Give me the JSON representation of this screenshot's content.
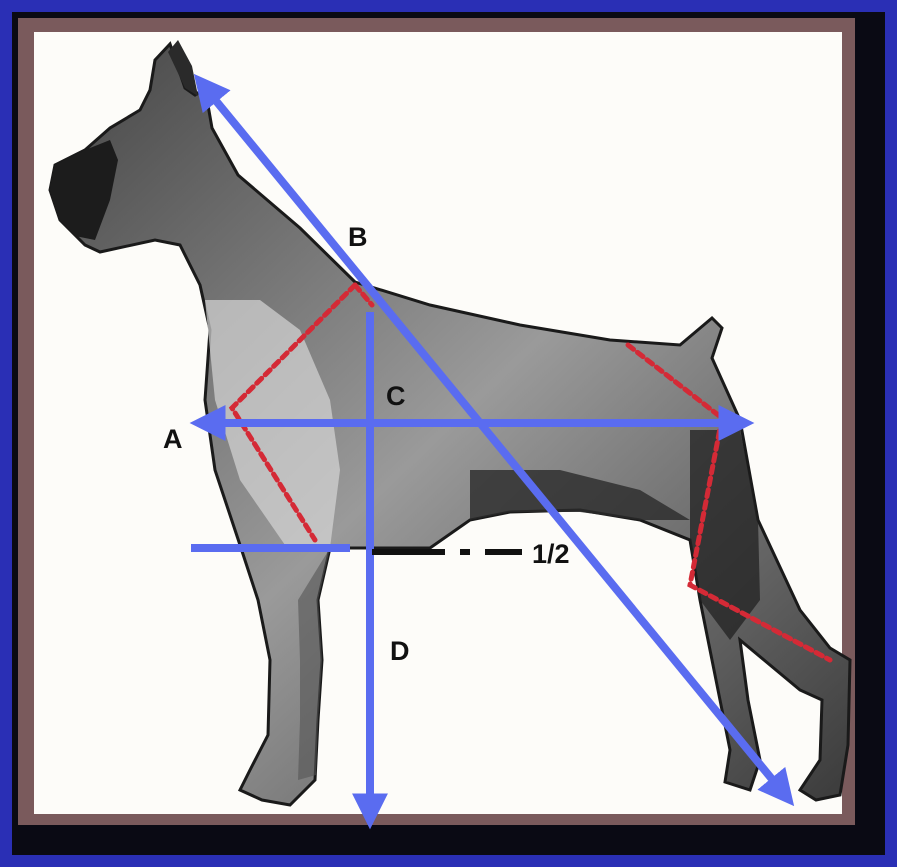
{
  "labels": {
    "a": "A",
    "b": "B",
    "c": "C",
    "d": "D",
    "half": "1/2"
  },
  "colors": {
    "background": "#2a2fb5",
    "frame": "#0a0a14",
    "mat": "#7a5a5c",
    "card": "#fdfcf9",
    "arrow": "#5a6cf0",
    "angulation": "#d42a36",
    "ink": "#111111"
  },
  "illustration": "boxer-dog-side-view"
}
